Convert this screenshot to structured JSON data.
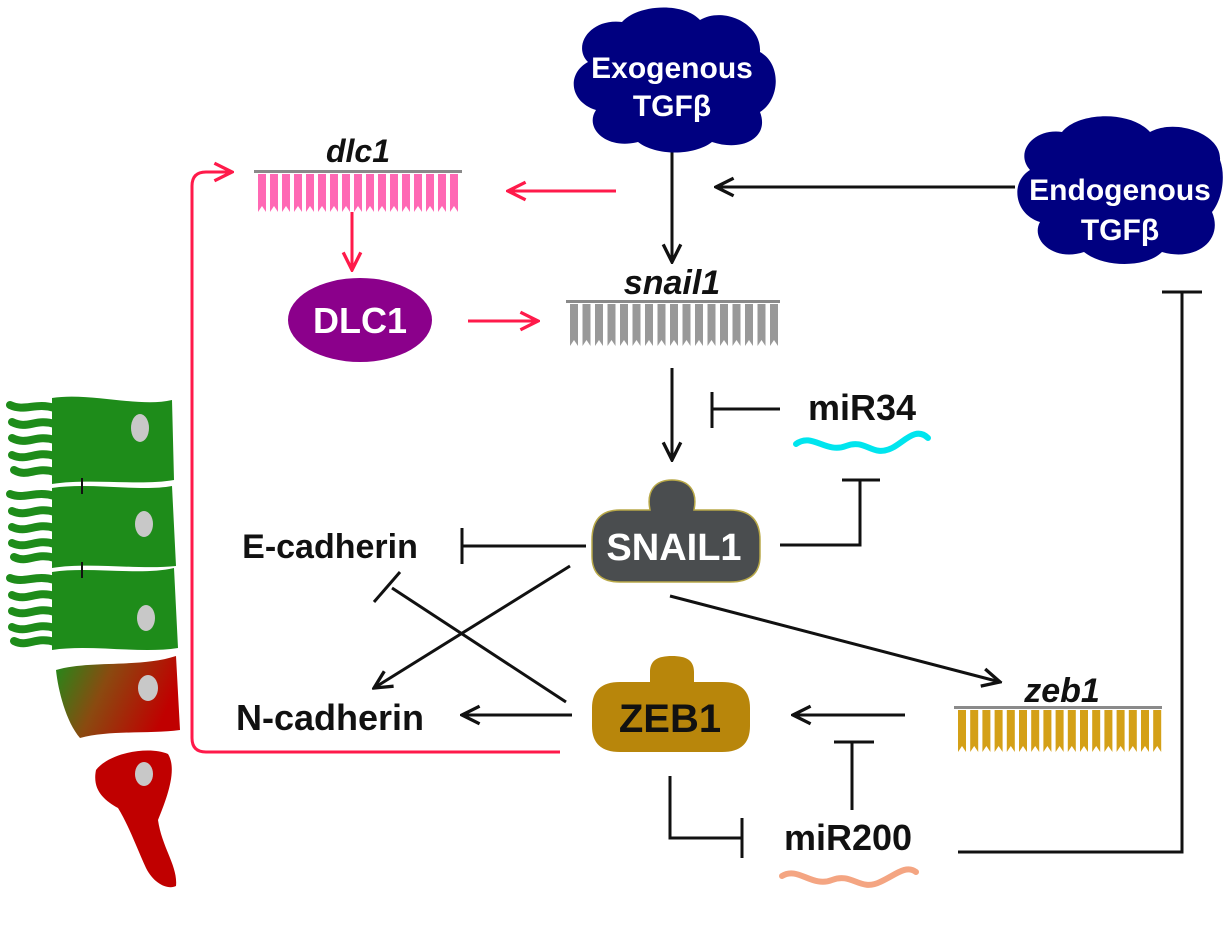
{
  "nodes": {
    "exogenous_tgfb": {
      "line1": "Exogenous",
      "line2": "TGFβ",
      "color": "#000080"
    },
    "endogenous_tgfb": {
      "line1": "Endogenous",
      "line2": "TGFβ",
      "color": "#000080"
    },
    "dlc1_gene": {
      "label": "dlc1",
      "color": "#ff69b4"
    },
    "dlc1_protein": {
      "label": "DLC1",
      "color": "#8b008b"
    },
    "snail1_gene": {
      "label": "snail1",
      "color": "#999999"
    },
    "snail1_protein": {
      "label": "SNAIL1",
      "color": "#4a4d4f"
    },
    "zeb1_gene": {
      "label": "zeb1",
      "color": "#d4a017"
    },
    "zeb1_protein": {
      "label": "ZEB1",
      "color": "#b8860b"
    },
    "mir34": {
      "label": "miR34",
      "color": "#00e5ee"
    },
    "mir200": {
      "label": "miR200",
      "color": "#f4a582"
    },
    "e_cadherin": {
      "label": "E-cadherin"
    },
    "n_cadherin": {
      "label": "N-cadherin"
    }
  },
  "colors": {
    "activation_black": "#111111",
    "activation_red": "#ff1a4a",
    "epithelial_cell": "#1e8c1a",
    "mesenchymal_cell": "#c00000",
    "nucleus": "#c8c8c8"
  }
}
